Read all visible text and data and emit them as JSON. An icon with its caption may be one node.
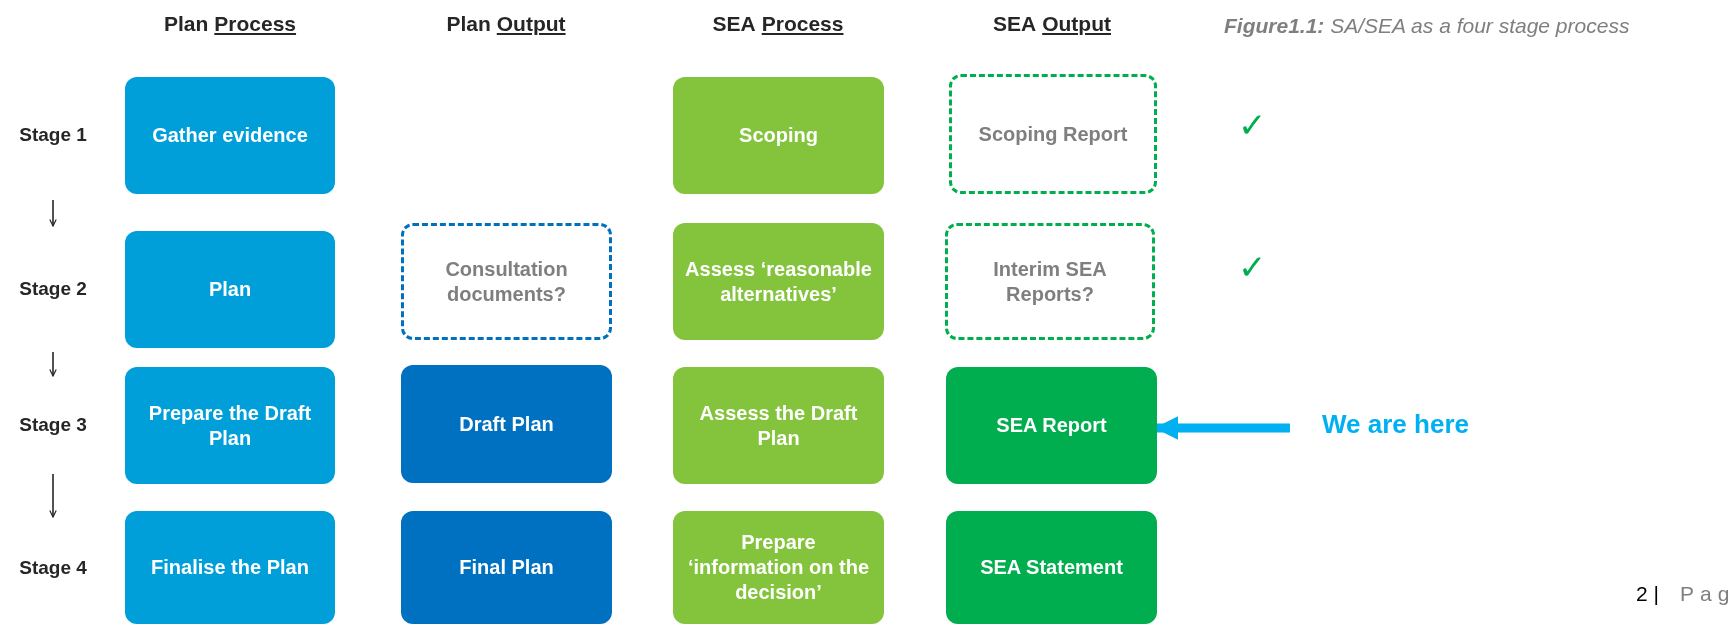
{
  "diagram": {
    "caption": "**Figure1.1:** SA/SEA as a four stage process",
    "nodes": [
      {
        "text": [
          "Stage 1"
        ]
      },
      {
        "text": [
          "Gather evidence"
        ]
      },
      {
        "text": [
          "Scoping"
        ]
      },
      {
        "text": [
          "Scoping Report"
        ]
      },
      {
        "text": [
          "Stage 2"
        ]
      },
      {
        "text": [
          "Plan"
        ]
      },
      {
        "text": [
          "Consultation documents?"
        ]
      },
      {
        "text": [
          "Assess ‘reasonable alternatives’"
        ]
      },
      {
        "text": [
          "Interim SEA Reports?"
        ]
      },
      {
        "text": [
          "Stage 3"
        ]
      },
      {
        "text": [
          "Prepare the Draft Plan"
        ]
      },
      {
        "text": [
          "Draft Plan"
        ]
      },
      {
        "text": [
          "Assess the Draft Plan"
        ]
      },
      {
        "text": [
          "SEA Report"
        ]
      },
      {
        "text": [
          "We are here"
        ]
      },
      {
        "text": [
          "Stage 4"
        ]
      },
      {
        "text": [
          "Finalise the Plan"
        ]
      },
      {
        "text": [
          "Final Plan"
        ]
      },
      {
        "text": [
          "Prepare ‘information on the decision’"
        ]
      },
      {
        "text": [
          "SEA Statement"
        ]
      }
    ],
    "edges": [
      {
        "from": 0,
        "to": 4,
        "arrow": "to"
      },
      {
        "from": 4,
        "to": 9,
        "arrow": "to"
      },
      {
        "from": 9,
        "to": 15,
        "arrow": "to"
      },
      {
        "from": 14,
        "to": 13,
        "arrow": "to",
        "style": "thick",
        "color": "#00b0f0"
      }
    ],
    "labels": [
      "Plan",
      "Process",
      "Plan",
      "Output",
      "SEA",
      "Process",
      "SEA",
      "Output",
      "✓",
      "✓",
      "2 |",
      "Pag"
    ]
  }
}
